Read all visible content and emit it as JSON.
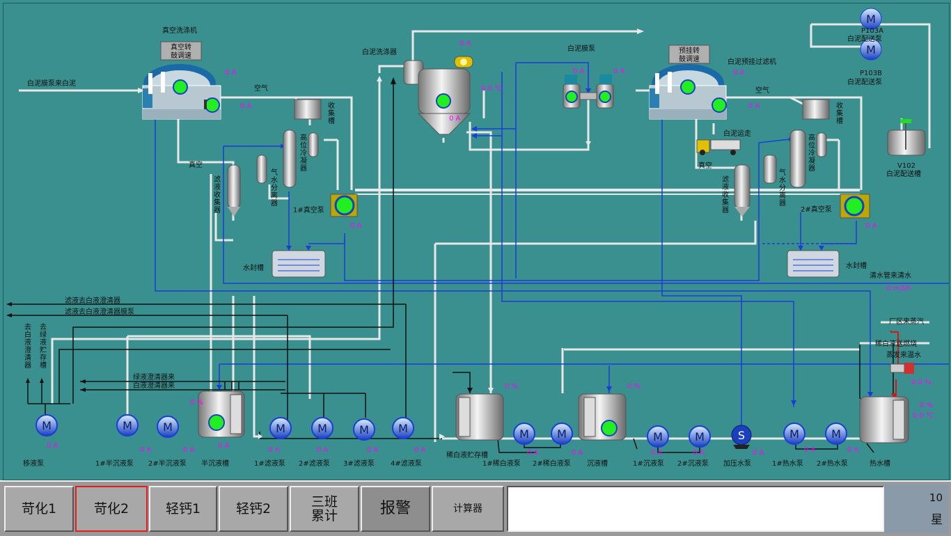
{
  "colors": {
    "background": "#3a8f8f",
    "pipe": "#e8e8e8",
    "signal": "#1a3cd8",
    "dark_line": "#111111",
    "status": "#ff00ff",
    "run_indicator": "#22ee22"
  },
  "equipment": {
    "vacuum_filter_1": "真空洗涤机",
    "speed_button_1": "真空转\n鼓调速",
    "filter_2": "白泥预挂过滤机",
    "speed_button_2": "预挂转\n鼓调速",
    "feed_in": "白泥膜泵来白泥",
    "washer": "白泥洗涤器",
    "membrane_pump": "白泥膜泵",
    "air_1": "空气",
    "air_2": "空气",
    "vacuum_1": "真空",
    "vacuum_2": "真空",
    "collector_1": "收\n集\n槽",
    "collector_2": "收\n集\n槽",
    "condenser_1": "高\n位\n冷\n凝\n器",
    "condenser_2": "高\n位\n冷\n凝\n器",
    "separator_1": "气\n水\n分\n离\n器",
    "separator_2": "气\n水\n分\n离\n器",
    "filtrate_collector_1": "滤\n液\n收\n集\n器",
    "filtrate_collector_2": "滤\n液\n收\n集\n器",
    "vacuum_pump_1": "1#真空泵",
    "vacuum_pump_2": "2#真空泵",
    "water_seal_1": "水封槽",
    "water_seal_2": "水封槽",
    "truck": "白泥运走",
    "p103a": "P103A",
    "p103a_name": "白泥配送泵",
    "p103b": "P103B",
    "p103b_name": "白泥配送泵",
    "v102": "V102",
    "v102_name": "白泥配送槽",
    "clear_water": "清水管来清水",
    "filtrate_to_clarifier": "滤液去白液澄清器",
    "filtrate_to_clarifier_pump": "滤液去白液澄清器膜泵",
    "to_white_clarifier": "去\n白\n液\n澄\n清\n器",
    "to_green_tank": "去\n绿\n液\n贮\n存\n槽",
    "green_from": "绿液澄清器来",
    "white_from": "白液澄清器来",
    "factory_steam": "厂区来蒸汽",
    "dilute_to_burn": "稀白液送燃烧",
    "evap_water": "蒸发来温水"
  },
  "readings": {
    "r_vf1": "0 A",
    "r_vf1b": "0 A",
    "r_wash_a": "0 A",
    "r_wash_t": "0.0 ℃",
    "r_wash_b": "0 A",
    "r_mem1": "0 A",
    "r_mem2": "0 A",
    "r_f2a": "0 A",
    "r_f2b": "0 A",
    "r_vp1": "0 A",
    "r_vp2": "0 A",
    "r_flow": "0 m3/h",
    "r_semi_level": "0 %",
    "r_dil_level": "0 %",
    "r_settle_level": "0 %",
    "r_steam": "0.0 %",
    "r_hot_level": "0 %",
    "r_hot_temp": "0.0 ℃",
    "r_move": "0 A",
    "r_semi1": "0 A",
    "r_semi2": "0 A",
    "r_fl1": "0 A",
    "r_fl2": "0 A",
    "r_fl3": "0 A",
    "r_fl4": "0 A",
    "r_dil1": "0 A",
    "r_dil2": "0 A",
    "r_set1": "0 A",
    "r_set2": "0 A",
    "r_boost": "0 A",
    "r_hot1": "0 A",
    "r_hot2": "0 A"
  },
  "bottom_labels": {
    "move_pump": "移液泵",
    "semi_pump_1": "1#半沉液泵",
    "semi_pump_2": "2#半沉液泵",
    "semi_tank": "半沉液槽",
    "filtrate_pump_1": "1#滤液泵",
    "filtrate_pump_2": "2#滤液泵",
    "filtrate_pump_3": "3#滤液泵",
    "filtrate_pump_4": "4#滤液泵",
    "dilute_store": "稀白液贮存槽",
    "dilute_pump_1": "1#稀白液泵",
    "dilute_pump_2": "2#稀白液泵",
    "settle_tank": "沉液槽",
    "settle_pump_1": "1#沉液泵",
    "settle_pump_2": "2#沉液泵",
    "boost_pump": "加压水泵",
    "hot_pump_1": "1#热水泵",
    "hot_pump_2": "2#热水泵",
    "hot_tank": "热水槽"
  },
  "toolbar": {
    "btn1": "苛化1",
    "btn2": "苛化2",
    "btn3": "轻钙1",
    "btn4": "轻钙2",
    "btn5": "三班\n累计",
    "btn6": "报警",
    "btn7": "计算器",
    "message": "",
    "clock_line1": "10",
    "clock_line2": "星"
  }
}
